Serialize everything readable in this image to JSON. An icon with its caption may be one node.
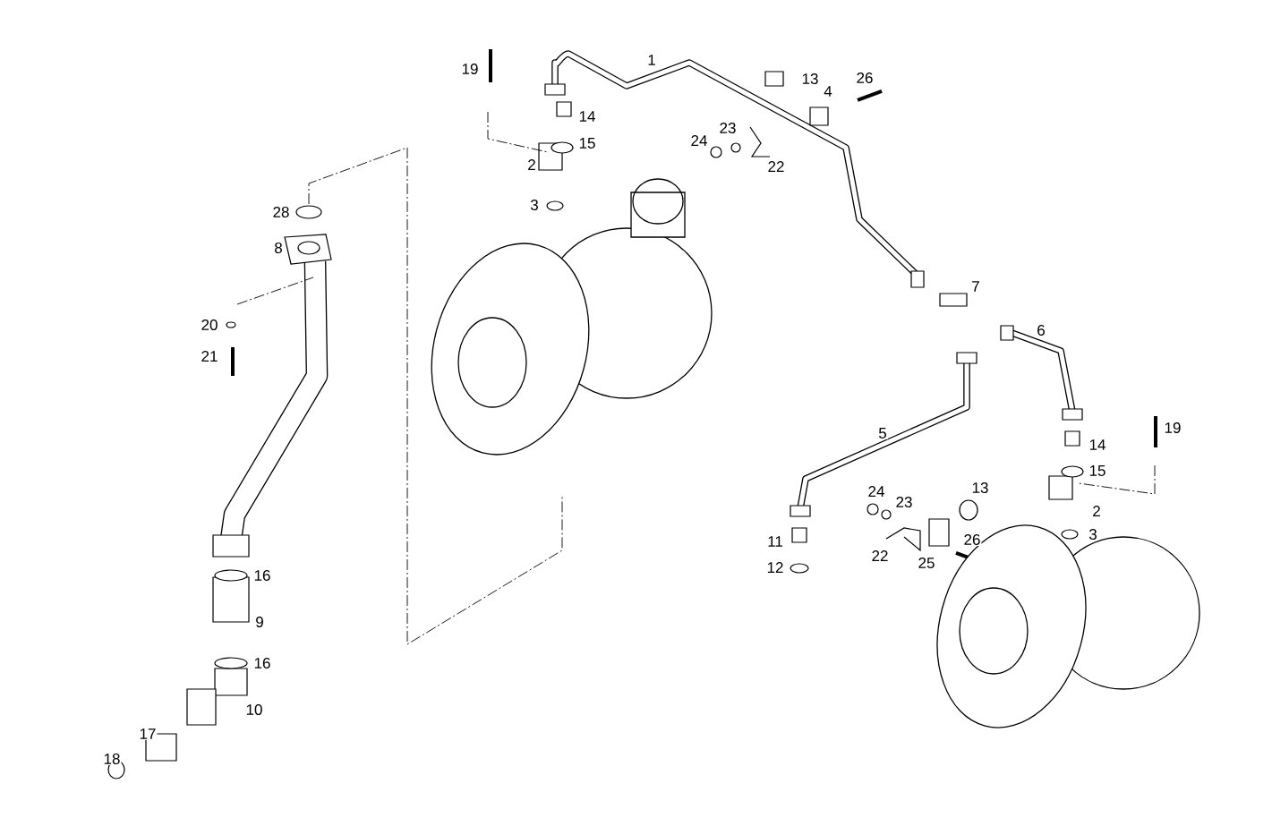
{
  "diagram": {
    "labels": [
      "1",
      "19",
      "13",
      "4",
      "26",
      "14",
      "23",
      "15",
      "24",
      "2",
      "22",
      "3",
      "28",
      "8",
      "7",
      "20",
      "6",
      "21",
      "19",
      "5",
      "14",
      "15",
      "24",
      "13",
      "23",
      "2",
      "3",
      "11",
      "26",
      "22",
      "25",
      "12",
      "16",
      "9",
      "16",
      "10",
      "17",
      "18"
    ]
  }
}
